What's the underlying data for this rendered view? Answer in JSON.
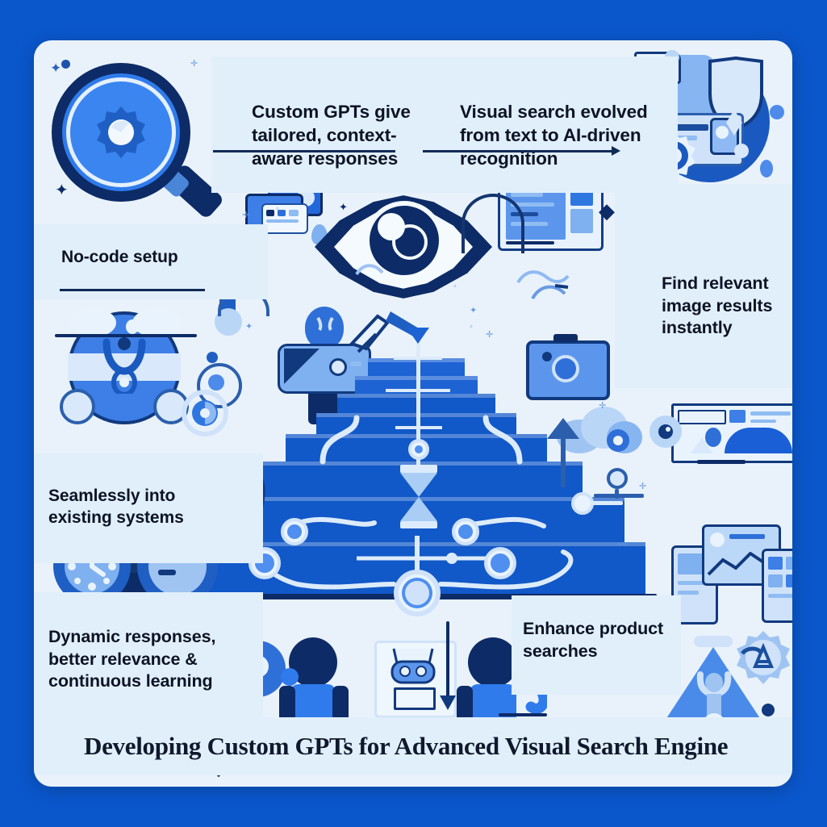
{
  "poster": {
    "title": "Developing Custom GPTs for Advanced Visual Search Engine",
    "background_color": "#0a57cc",
    "card_color": "#e9f2fb",
    "accent_blue": "#1158c8",
    "accent_navy": "#0d2b66",
    "accent_light": "#9fc4f2"
  },
  "callouts": {
    "custom_gpts": {
      "line1": "Custom GPTs give",
      "line2": "tailored, context-",
      "line3": "aware responses"
    },
    "visual_search": {
      "line1": "Visual search evolved",
      "line2": "from text to AI-driven",
      "line3": "recognition"
    },
    "no_code": {
      "line1": "No-code setup"
    },
    "find_relevant": {
      "line1": "Find relevant",
      "line2": "image results",
      "line3": "instantly"
    },
    "seamless": {
      "line1": "Seamlessly into",
      "line2": "existing systems"
    },
    "dynamic": {
      "line1": "Dynamic responses,",
      "line2": "better relevance &",
      "line3": "continuous learning"
    },
    "enhance": {
      "line1": "Enhance product",
      "line2": "searches"
    }
  },
  "icons": {
    "magnifier": "magnifying-glass-icon",
    "gear": "gear-icon",
    "eye": "eye-icon",
    "camera": "camera-icon",
    "cloud": "cloud-icon",
    "shield": "shield-icon",
    "robot": "robot-icon",
    "microscope": "microscope-icon",
    "browser": "browser-window-icon",
    "clock": "clock-icon",
    "gauge": "gauge-icon",
    "pyramid": "pyramid-steps-graphic",
    "person_left": "person-figure-icon",
    "person_right": "person-figure-icon",
    "triangle": "triangle-prism-icon",
    "upload_arrow": "upload-arrow-icon",
    "network_node": "network-node-icon"
  }
}
